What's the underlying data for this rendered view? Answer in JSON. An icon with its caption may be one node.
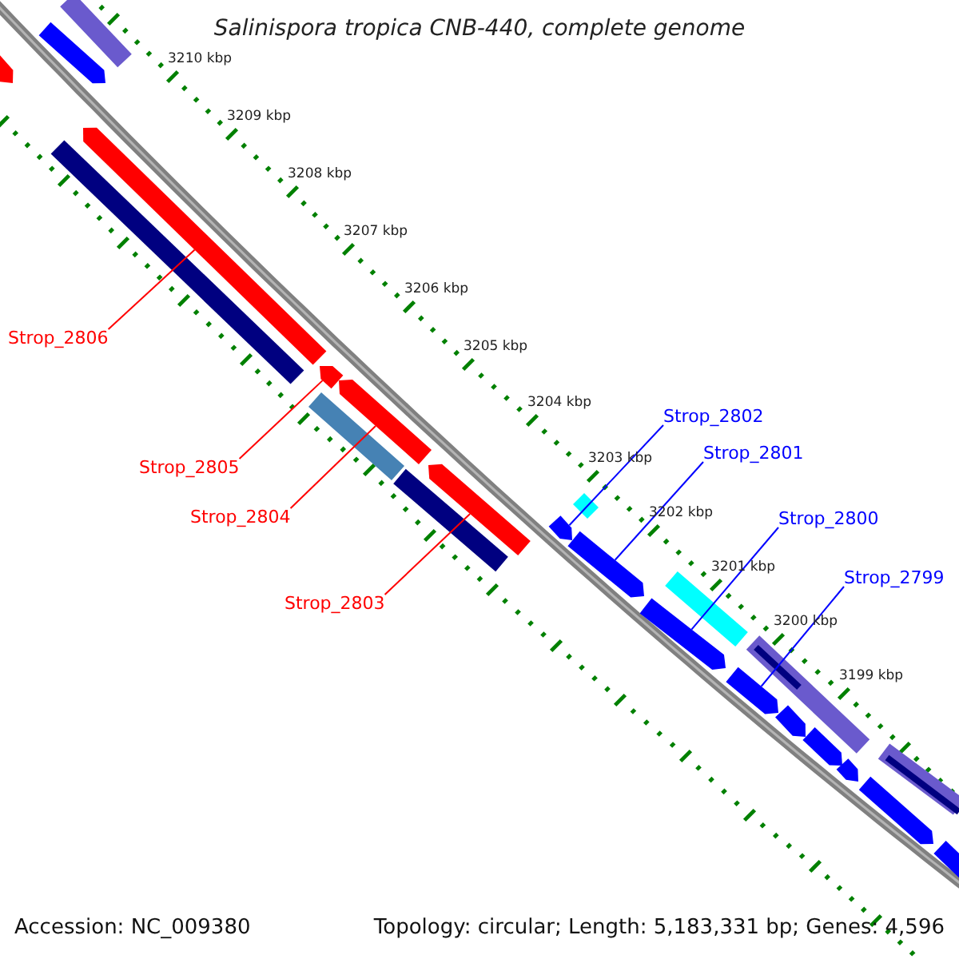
{
  "diagram": {
    "title": "Salinispora tropica CNB-440, complete genome",
    "nodes": [
      {
        "text": [
          "Strop_2806"
        ]
      },
      {
        "text": [
          "Strop_2805"
        ]
      },
      {
        "text": [
          "Strop_2804"
        ]
      },
      {
        "text": [
          "Strop_2803"
        ]
      },
      {
        "text": [
          "Strop_2802"
        ]
      },
      {
        "text": [
          "Strop_2801"
        ]
      },
      {
        "text": [
          "Strop_2800"
        ]
      },
      {
        "text": [
          "Strop_2799"
        ]
      },
      {
        "text": [],
        "shape": "arrow"
      },
      {
        "text": [],
        "shape": "bar"
      },
      {
        "text": [],
        "shape": "arrow"
      },
      {
        "text": [],
        "shape": "bar"
      },
      {
        "text": [],
        "shape": "arrow"
      },
      {
        "text": [],
        "shape": "arrow"
      },
      {
        "text": [],
        "shape": "bar"
      },
      {
        "text": [],
        "shape": "arrow"
      },
      {
        "text": [],
        "shape": "bar"
      },
      {
        "text": [],
        "shape": "arrow"
      },
      {
        "text": [],
        "shape": "arrow"
      },
      {
        "text": [],
        "shape": "bar"
      },
      {
        "text": [],
        "shape": "arrow"
      },
      {
        "text": [],
        "shape": "bar"
      },
      {
        "text": [],
        "shape": "arrow"
      },
      {
        "text": [],
        "shape": "bar"
      },
      {
        "text": [],
        "shape": "arrow"
      },
      {
        "text": [],
        "shape": "arrow"
      },
      {
        "text": [],
        "shape": "arrow"
      },
      {
        "text": [],
        "shape": "arrow"
      },
      {
        "text": [],
        "shape": "bar"
      },
      {
        "text": [],
        "shape": "arrow"
      },
      {
        "text": [],
        "shape": "arrow"
      }
    ],
    "edges": [
      {
        "from": 0,
        "to": 12,
        "arrow": "none",
        "color": "#ff0000"
      },
      {
        "from": 1,
        "to": 13,
        "arrow": "none",
        "color": "#ff0000"
      },
      {
        "from": 2,
        "to": 15,
        "arrow": "none",
        "color": "#ff0000"
      },
      {
        "from": 3,
        "to": 17,
        "arrow": "none",
        "color": "#ff0000"
      },
      {
        "from": 4,
        "to": 18,
        "arrow": "none",
        "color": "#0000ff"
      },
      {
        "from": 5,
        "to": 20,
        "arrow": "none",
        "color": "#0000ff"
      },
      {
        "from": 6,
        "to": 22,
        "arrow": "none",
        "color": "#0000ff"
      },
      {
        "from": 7,
        "to": 24,
        "arrow": "none",
        "color": "#0000ff"
      }
    ],
    "labels": [
      "3210 kbp",
      "3209 kbp",
      "3208 kbp",
      "3207 kbp",
      "3206 kbp",
      "3205 kbp",
      "3204 kbp",
      "3203 kbp",
      "3202 kbp",
      "3201 kbp",
      "3200 kbp",
      "3199 kbp",
      "Accession: NC_009380",
      "Topology: circular; Length: 5,183,331 bp; Genes: 4,596"
    ]
  }
}
